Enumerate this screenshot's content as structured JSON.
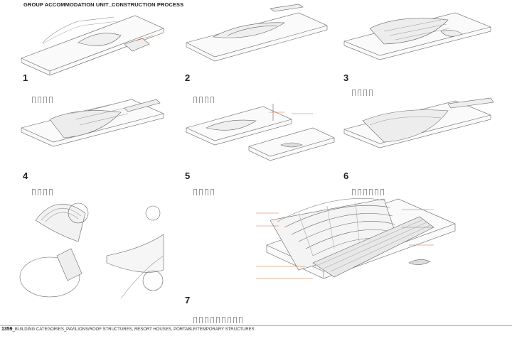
{
  "title": "GROUP ACCOMMODATION UNIT_CONSTRUCTION PROCESS",
  "steps": [
    {
      "num": "1"
    },
    {
      "num": "2"
    },
    {
      "num": "3"
    },
    {
      "num": "4"
    },
    {
      "num": "5"
    },
    {
      "num": "6"
    },
    {
      "num": "7"
    }
  ],
  "footer": {
    "code": "1359",
    "text": "_BUILDING CATEGORIES_PAVILIONS/ROOF STRUCTURES, RESORT HOUSES, PORTABLE/TEMPORARY STRUCTURES"
  },
  "colors": {
    "accent": "#e07a3a",
    "line": "#555555"
  }
}
